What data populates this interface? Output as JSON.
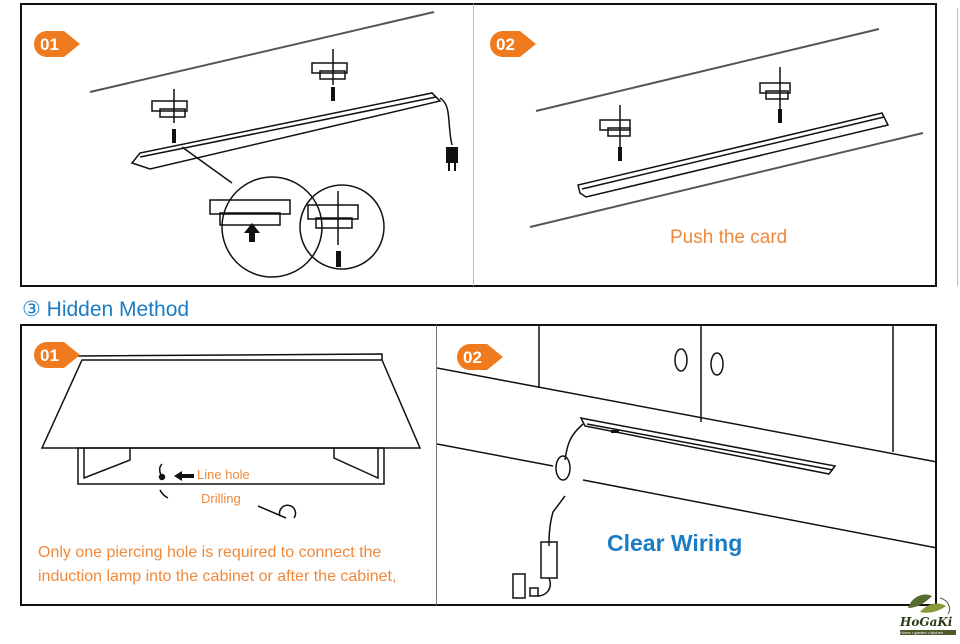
{
  "colors": {
    "accent_orange": "#f07a1e",
    "text_orange": "#f0883a",
    "heading_blue": "#1a7cc4",
    "line": "#111111"
  },
  "top_section": {
    "step1": {
      "badge": "01"
    },
    "step2": {
      "badge": "02",
      "caption": "Push the card"
    }
  },
  "hidden_method": {
    "heading_number": "③",
    "heading": "Hidden Method",
    "step1": {
      "badge": "01",
      "label_line_hole": "Line hole",
      "label_drilling": "Drilling",
      "description_line1": "Only one piercing hole is required to connect the",
      "description_line2": "induction lamp into the cabinet or after the cabinet,"
    },
    "step2": {
      "badge": "02",
      "caption": "Clear Wiring"
    }
  },
  "logo": {
    "name": "HoGaKi",
    "tagline": "Home • garden • kitchen"
  }
}
